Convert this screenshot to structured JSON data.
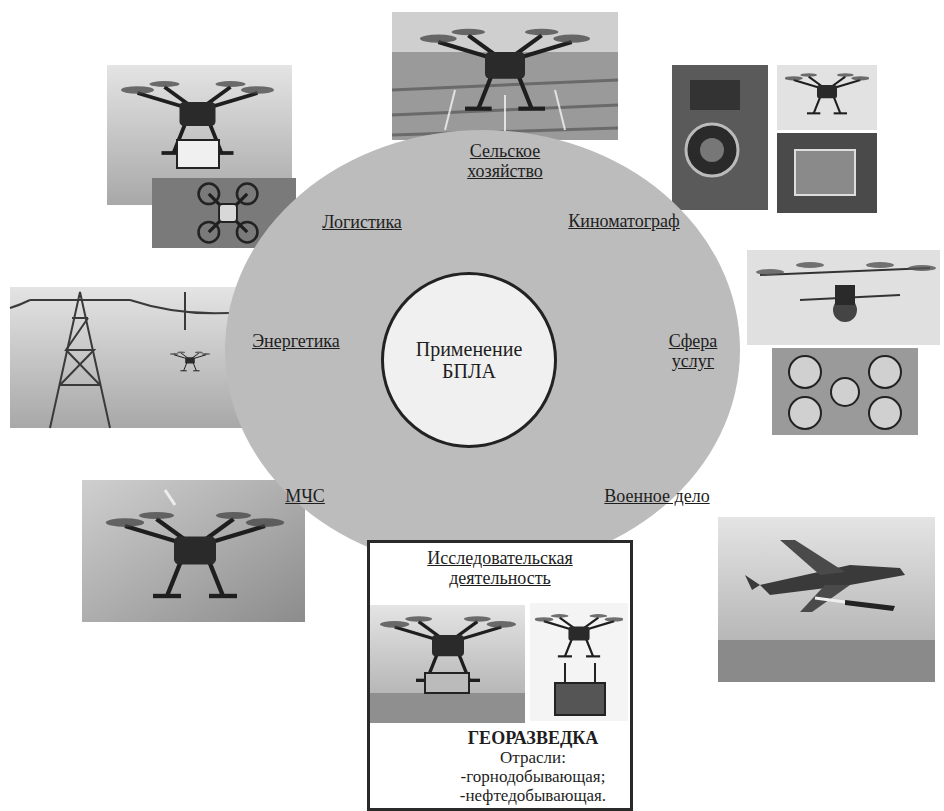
{
  "diagram": {
    "nodes": [
      {
        "text": [
          "Сельское хозяйство",
          "Логистика",
          "Киноматограф",
          "Энергетика",
          "Сфера услуг",
          "МЧС",
          "Военное дело"
        ]
      },
      {
        "text": [
          "Применение БПЛА"
        ],
        "in": 0
      },
      {
        "text": [
          "Исследовательская деятельность",
          "ГЕОРАЗВЕДКА",
          "Отрасли:",
          "-горнодобывающая;",
          "-нефтедобывающая."
        ]
      }
    ]
  }
}
